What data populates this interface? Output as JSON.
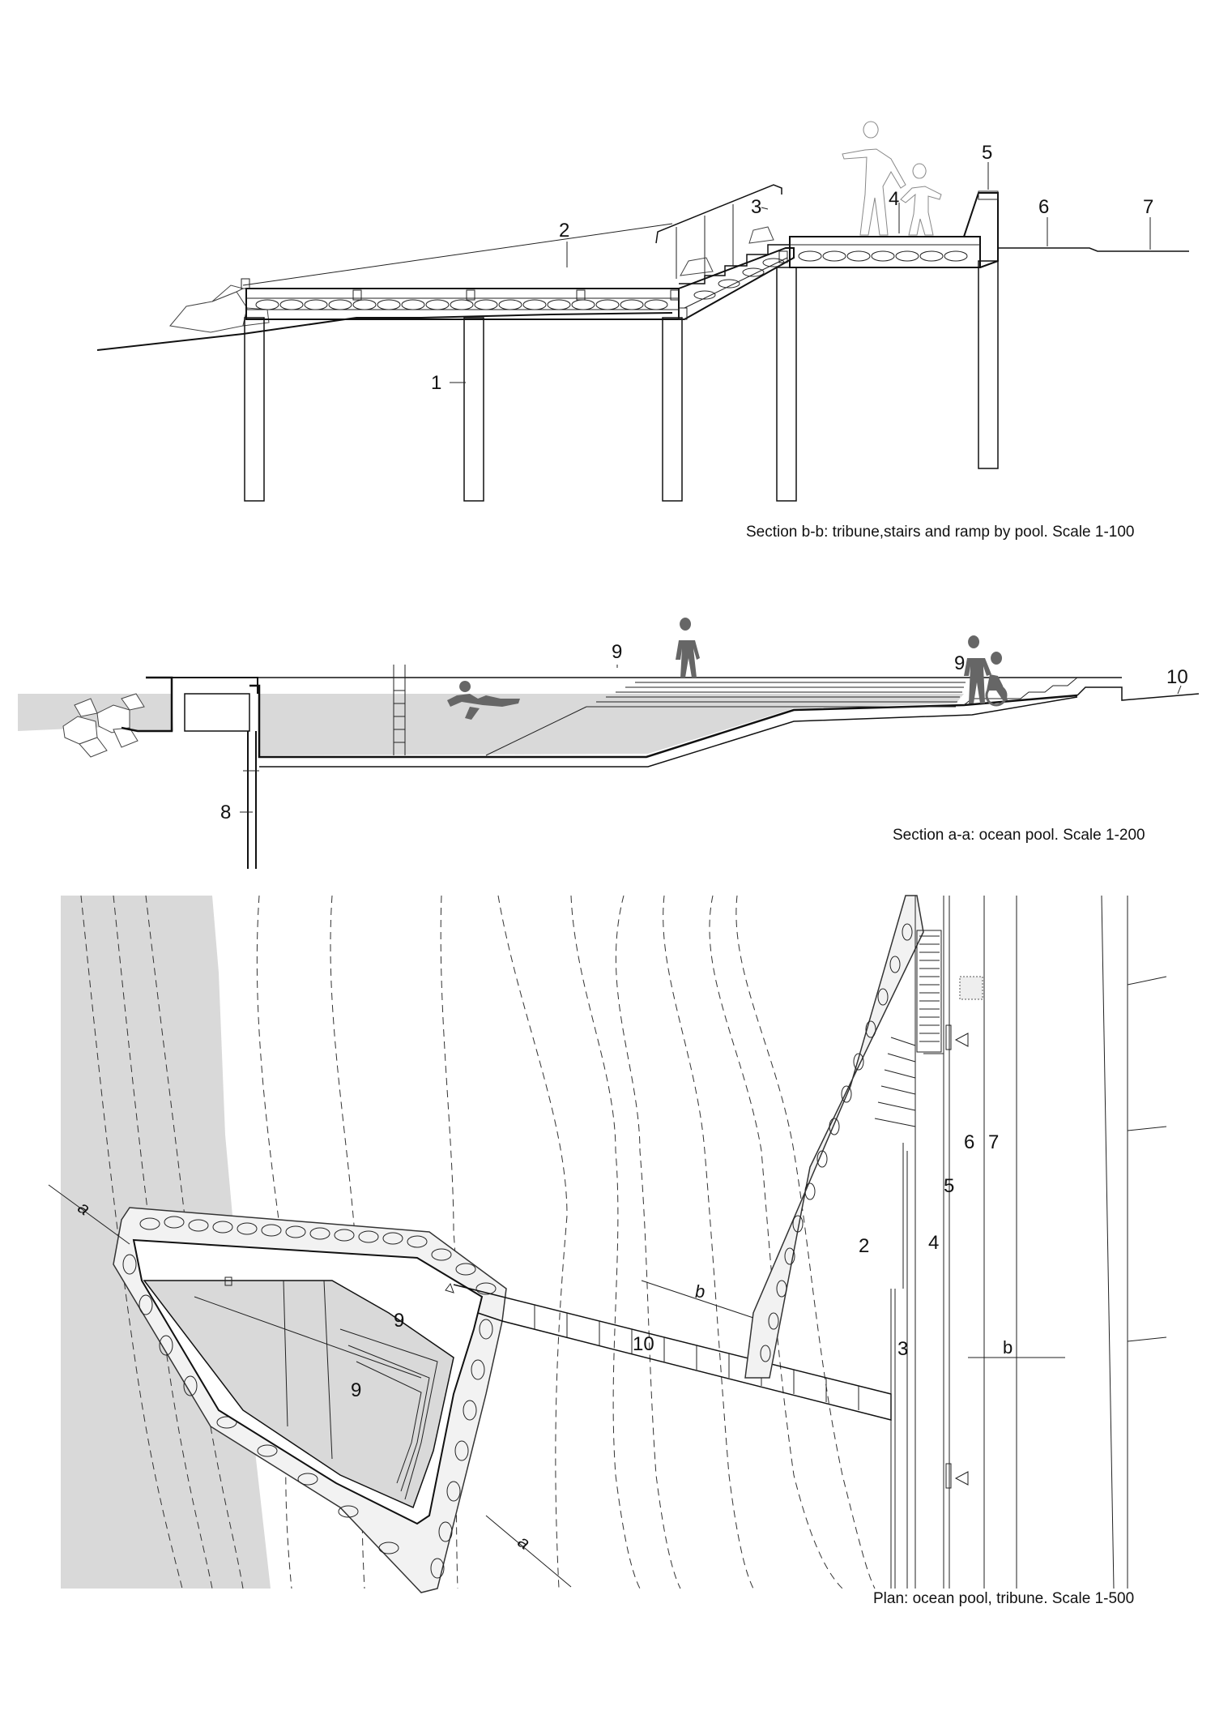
{
  "section_bb": {
    "caption": "Section b-b: tribune,stairs and ramp by pool. Scale 1-100",
    "callouts": [
      "1",
      "2",
      "3",
      "4",
      "5",
      "6",
      "7"
    ]
  },
  "section_aa": {
    "caption": "Section a-a: ocean pool. Scale 1-200",
    "callouts": [
      "8",
      "9",
      "9",
      "10"
    ]
  },
  "plan": {
    "caption": "Plan: ocean pool, tribune. Scale 1-500",
    "callouts": [
      "2",
      "3",
      "4",
      "5",
      "6",
      "7",
      "9",
      "9",
      "10"
    ],
    "cut_markers": [
      "a",
      "a",
      "b",
      "b"
    ]
  },
  "colors": {
    "ink": "#111111",
    "water": "#d9d9d9",
    "figure": "#666666"
  }
}
